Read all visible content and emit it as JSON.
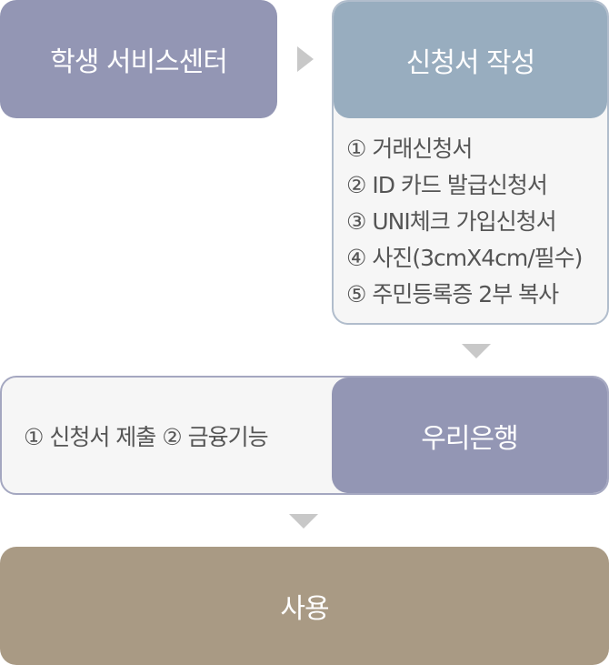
{
  "steps": {
    "student_center": "학생 서비스센터",
    "application": "신청서 작성",
    "bank": "우리은행",
    "use": "사용"
  },
  "documents": [
    "① 거래신청서",
    "② ID 카드 발급신청서",
    "③ UNI체크 가입신청서",
    "④ 사진(3cmX4cm/필수)",
    "⑤ 주민등록증 2부 복사"
  ],
  "bank_tasks": "① 신청서 제출  ② 금융기능",
  "colors": {
    "purple": "#9396b4",
    "blue_gray": "#98adbf",
    "tan": "#a99a84",
    "arrow": "#c8c8c8"
  }
}
